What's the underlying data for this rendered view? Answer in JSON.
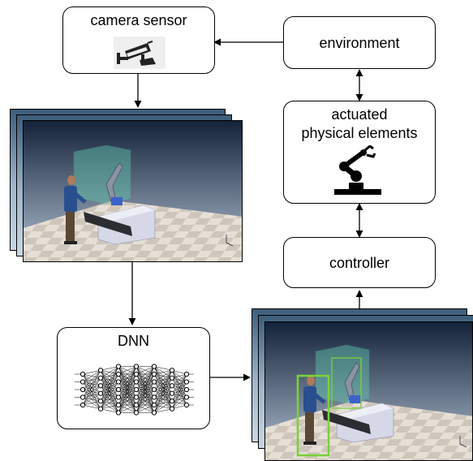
{
  "boxes": {
    "camera_sensor": "camera sensor",
    "environment": "environment",
    "actuated_line1": "actuated",
    "actuated_line2": "physical elements",
    "controller": "controller",
    "dnn": "DNN"
  },
  "icons": {
    "camera": "security-camera-icon",
    "robot_arm": "robot-arm-icon",
    "neural_network": "neural-network-icon"
  },
  "colors": {
    "detection_box": "#7ad13a",
    "sky_top": "#14223a",
    "sky_bottom": "#b4c4d4"
  }
}
